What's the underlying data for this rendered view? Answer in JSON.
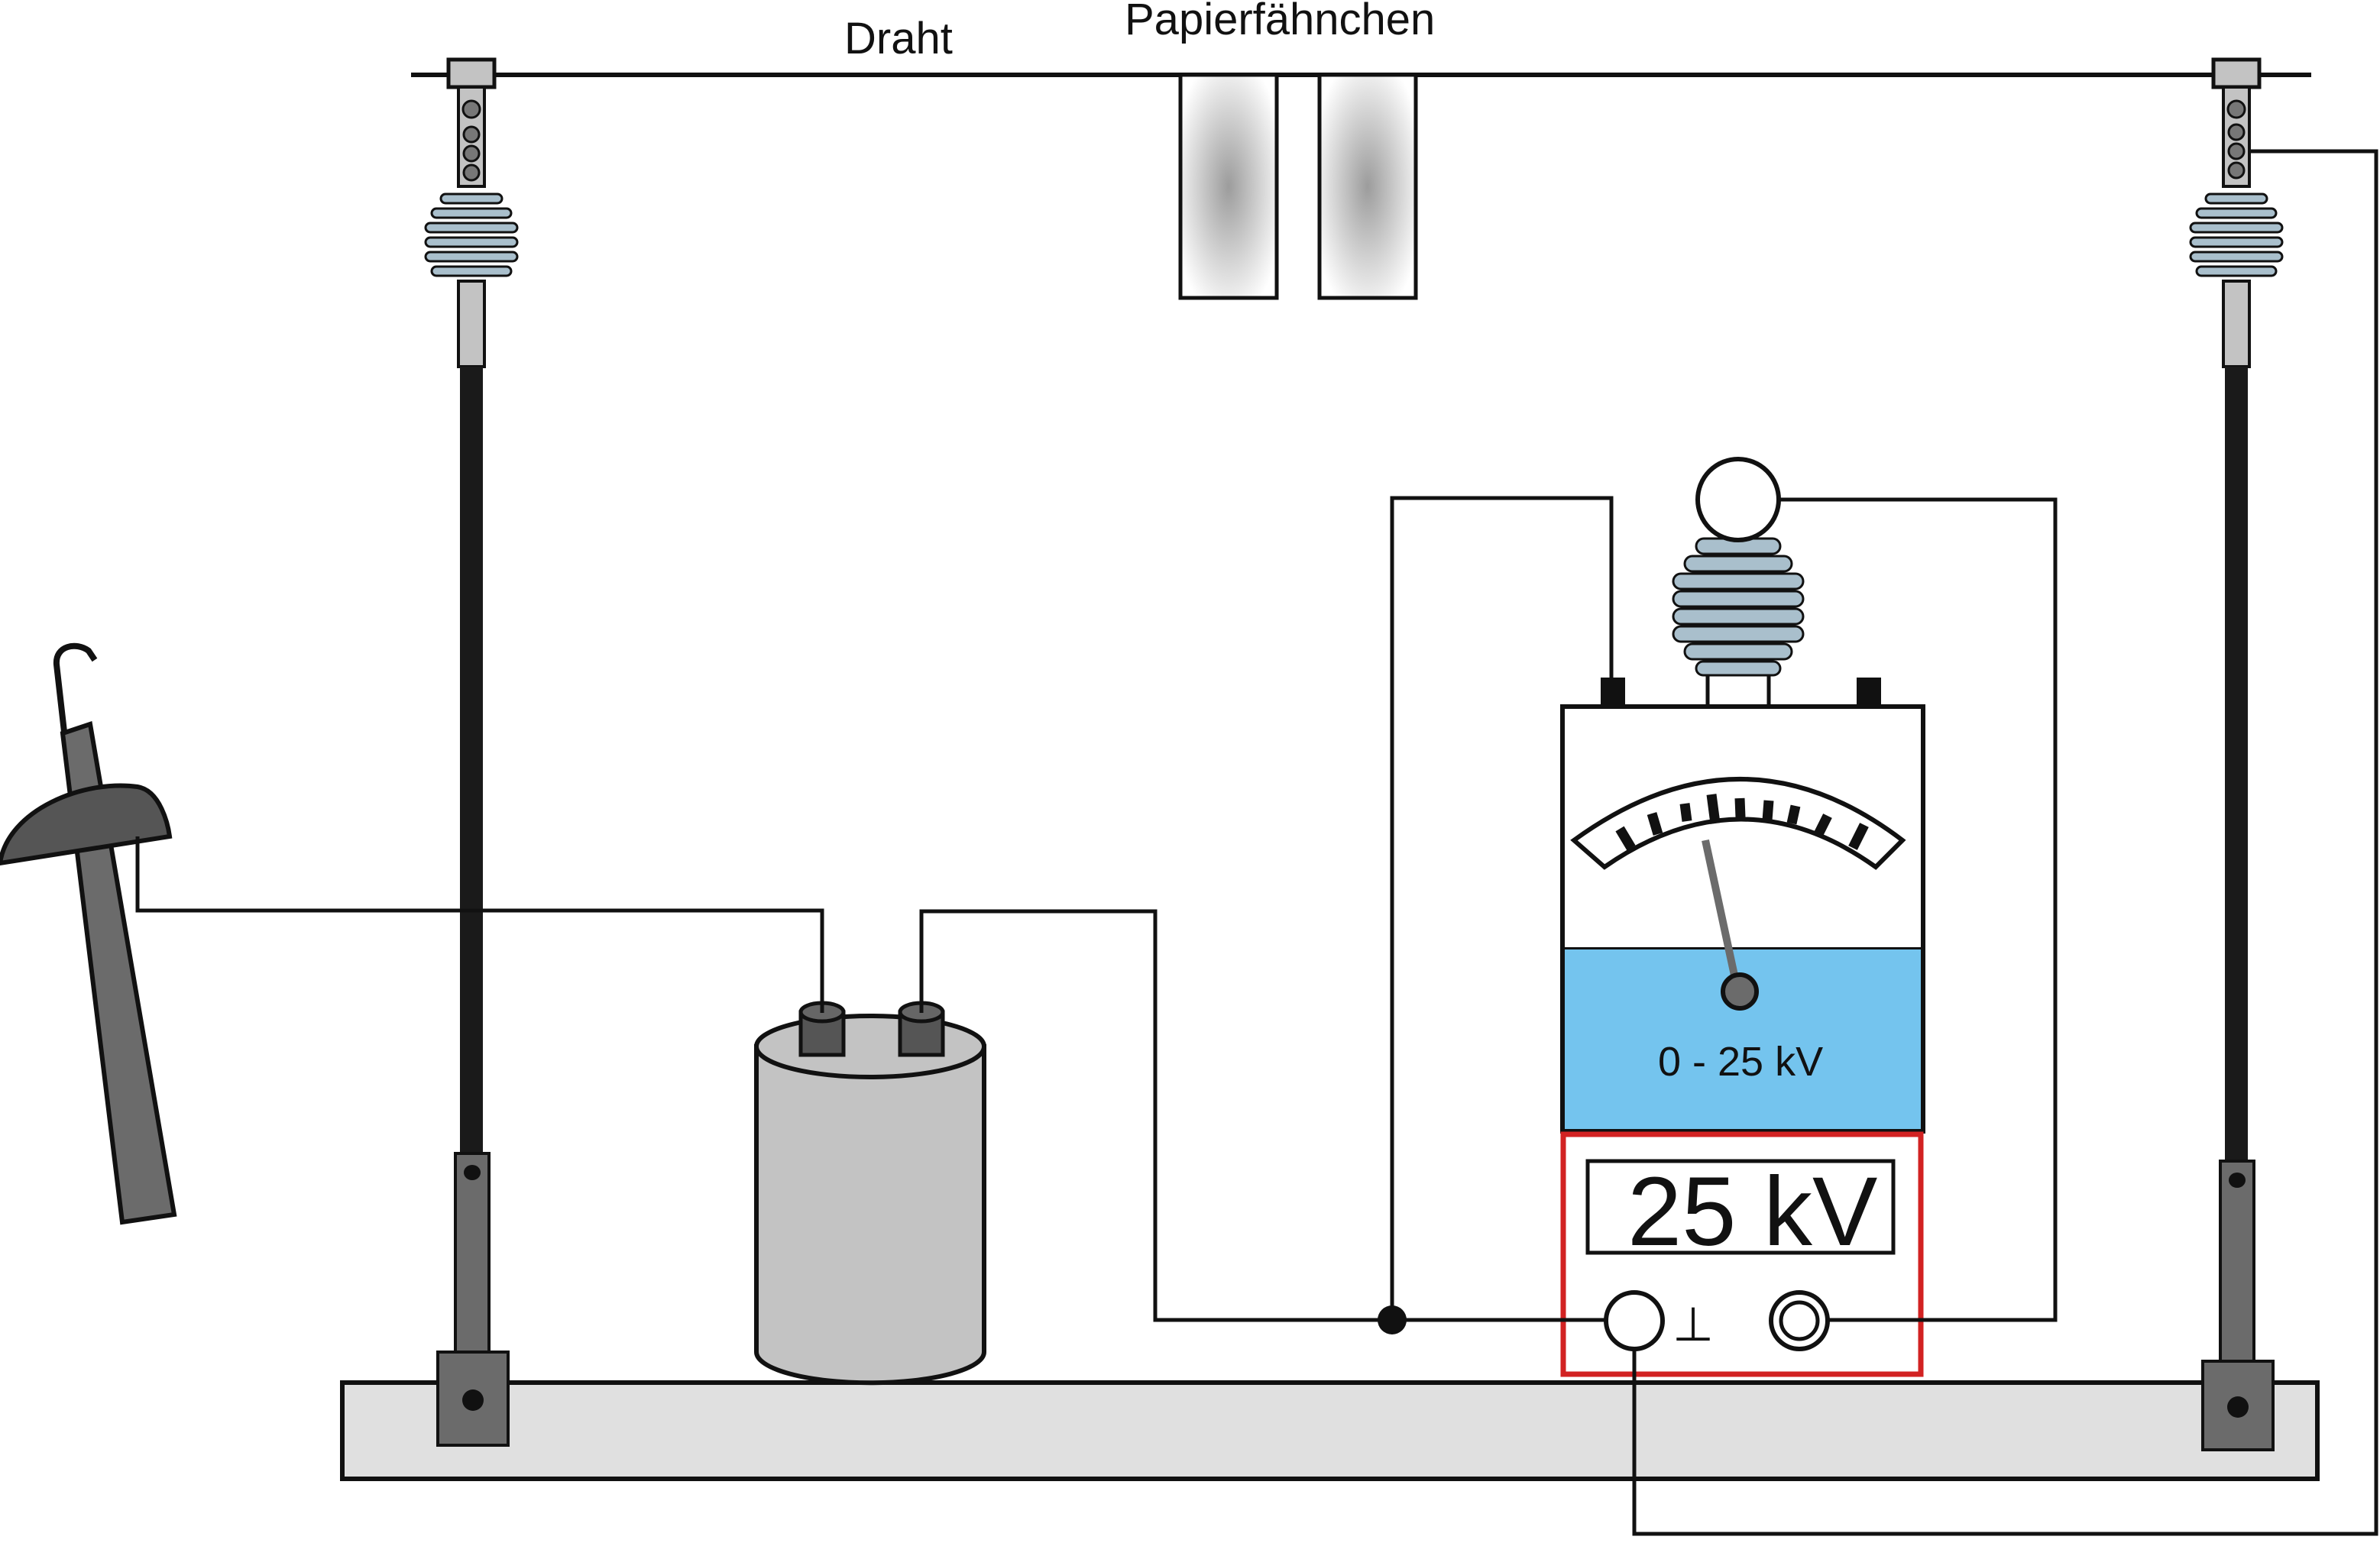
{
  "labels": {
    "wire": "Draht",
    "paper_flags": "Papierfähnchen",
    "meter_range": "0 - 25 kV",
    "display_value": "25 kV",
    "ground_symbol": "⊥"
  },
  "colors": {
    "background": "#ffffff",
    "outline": "#111111",
    "meter_blue": "#74c4ee",
    "display_frame_red": "#d22222",
    "insulator_blue": "#a9bfcc",
    "capacitor_gray": "#c3c3c3",
    "base_gray": "#e0e0e0",
    "rod_dark": "#1a1a1a",
    "handle_gray": "#6b6b6b"
  },
  "meter": {
    "needle_level": 0.25
  }
}
